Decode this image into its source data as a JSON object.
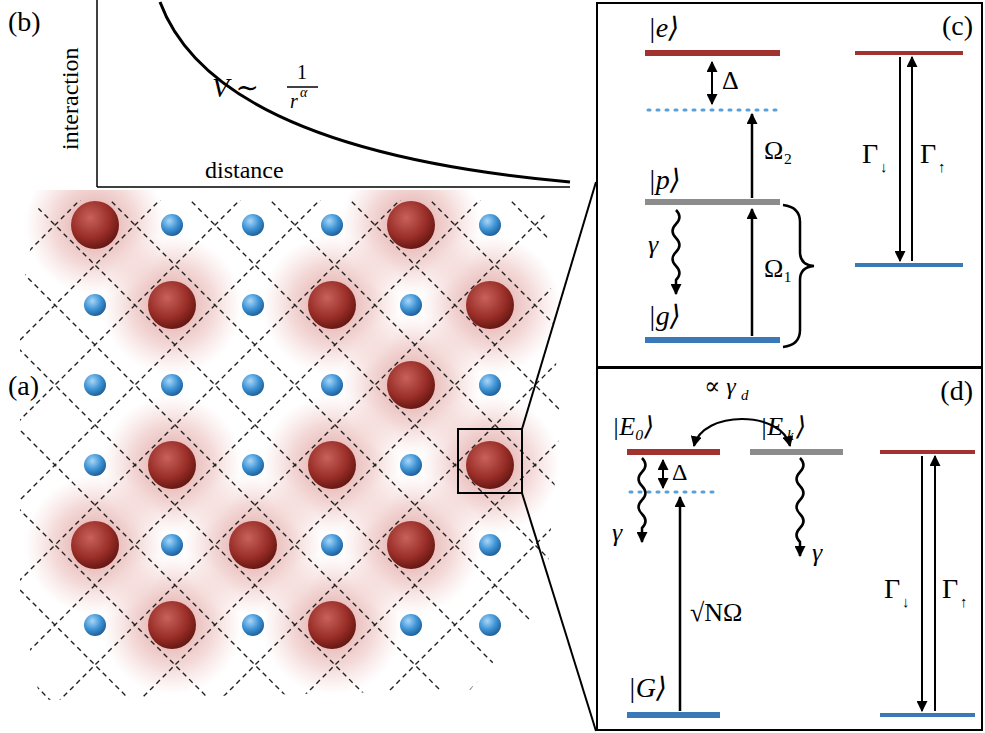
{
  "diagram": {
    "nodes": [
      {
        "text": [
          "(c)"
        ]
      },
      {
        "text": [
          "(d)"
        ]
      }
    ],
    "labels": [
      "(b)",
      "interaction",
      "distance",
      "V ∼",
      "1",
      "r",
      "α",
      "(a)",
      "|e⟩",
      "Δ",
      "Ω₂",
      "|p⟩",
      "γ",
      "Ω₁",
      "|g⟩",
      "Γ",
      "↓",
      "Γ",
      "↑",
      "∝ γ",
      "d",
      "|E₀⟩",
      "|E",
      "k",
      "⟩",
      "Δ",
      "γ",
      "γ",
      "√NΩ",
      "|G⟩",
      "Γ",
      "↓",
      "Γ",
      "↑"
    ]
  }
}
